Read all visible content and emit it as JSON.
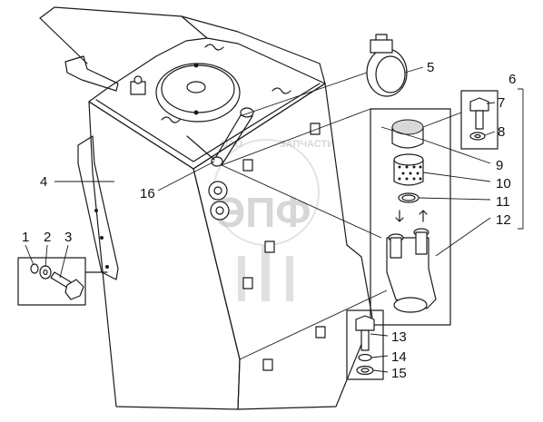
{
  "callouts": [
    {
      "id": "1",
      "text": "1"
    },
    {
      "id": "2",
      "text": "2"
    },
    {
      "id": "3",
      "text": "3"
    },
    {
      "id": "4",
      "text": "4"
    },
    {
      "id": "5",
      "text": "5"
    },
    {
      "id": "6",
      "text": "6"
    },
    {
      "id": "7",
      "text": "7"
    },
    {
      "id": "8",
      "text": "8"
    },
    {
      "id": "9",
      "text": "9"
    },
    {
      "id": "10",
      "text": "10"
    },
    {
      "id": "11",
      "text": "11"
    },
    {
      "id": "12",
      "text": "12"
    },
    {
      "id": "13",
      "text": "13"
    },
    {
      "id": "14",
      "text": "14"
    },
    {
      "id": "15",
      "text": "15"
    },
    {
      "id": "16",
      "text": "16"
    }
  ],
  "watermark": {
    "small_text_left": "ОАО",
    "small_text_right": "ЗАПЧАСТИ",
    "big_text": "ЭПФ"
  }
}
